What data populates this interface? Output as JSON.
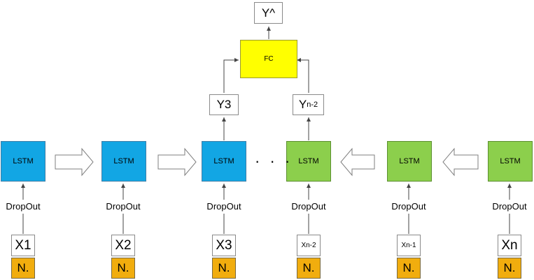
{
  "output": {
    "label": "Y^"
  },
  "fc": {
    "label": "FC"
  },
  "y_labels": {
    "y3": "Y3",
    "yn2_main": "Y",
    "yn2_sub": "n-2"
  },
  "lstm": [
    "LSTM",
    "LSTM",
    "LSTM",
    "LSTM",
    "LSTM",
    "LSTM"
  ],
  "dropout": [
    "DropOut",
    "DropOut",
    "DropOut",
    "DropOut",
    "DropOut",
    "DropOut"
  ],
  "inputs": [
    "X1",
    "X2",
    "X3",
    "Xn-2",
    "Xn-1",
    "Xn"
  ],
  "norm": [
    "N.",
    "N.",
    "N.",
    "N.",
    "N.",
    "N."
  ],
  "ellipsis": "· · ·",
  "colors": {
    "lstm_forward": "#12a6e4",
    "lstm_backward": "#8ccf4c",
    "fc": "#ffff00",
    "norm": "#f1ad0e"
  }
}
